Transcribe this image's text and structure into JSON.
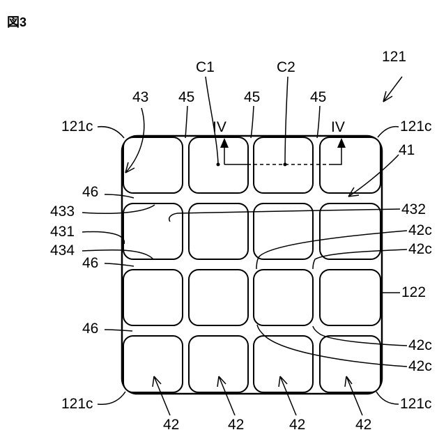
{
  "figure": {
    "title": "図3",
    "part_number": "121",
    "cutline_label": "IV",
    "labels": {
      "C1": "C1",
      "C2": "C2",
      "n43": "43",
      "n45": "45",
      "n121c": "121c",
      "n41": "41",
      "n46": "46",
      "n433": "433",
      "n431": "431",
      "n434": "434",
      "n432": "432",
      "n42c": "42c",
      "n122": "122",
      "n42": "42"
    }
  }
}
